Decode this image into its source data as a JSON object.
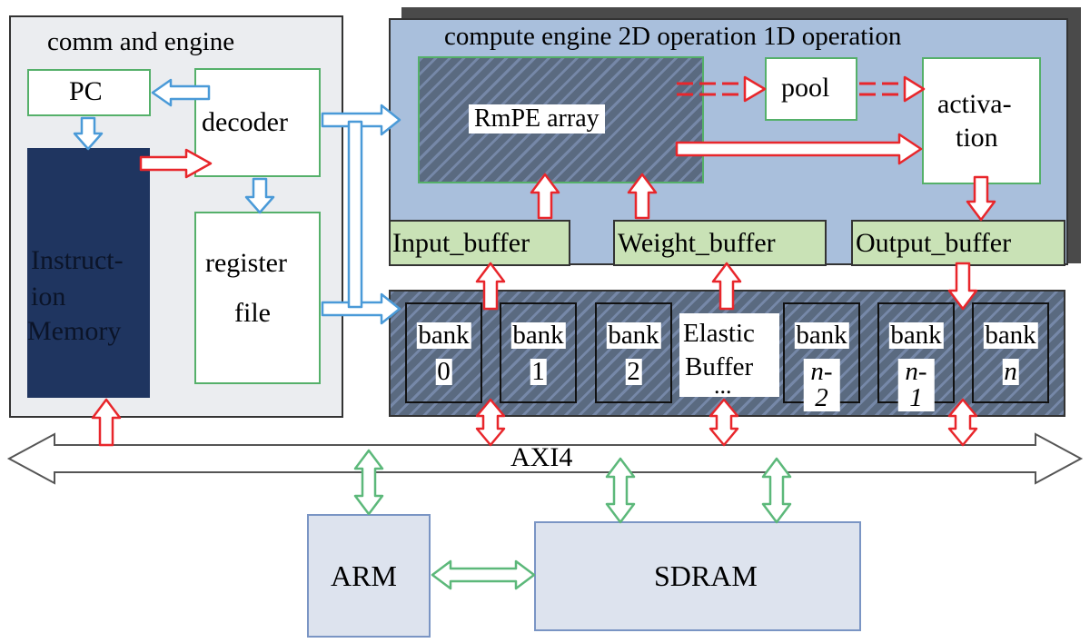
{
  "command_engine": {
    "title": "comm and engine"
  },
  "blocks": {
    "pc": "PC",
    "decoder": "decoder",
    "register_file_line1": "register",
    "register_file_line2": "file",
    "instruction_memory_line1": "Instruct-",
    "instruction_memory_line2": "ion",
    "instruction_memory_line3": "Memory"
  },
  "compute_engine": {
    "title": "compute engine 2D operation 1D operation",
    "rmpe_array": "RmPE array",
    "pool": "pool",
    "activation_line1": "activa-",
    "activation_line2": "tion"
  },
  "buffers": {
    "input": "Input_buffer",
    "weight": "Weight_buffer",
    "output": "Output_buffer"
  },
  "banks": [
    {
      "line1": "bank",
      "line2": "0"
    },
    {
      "line1": "bank",
      "line2": "1"
    },
    {
      "line1": "bank",
      "line2": "2"
    },
    {
      "line1": "bank",
      "line2": "n-2"
    },
    {
      "line1": "bank",
      "line2": "n-1"
    },
    {
      "line1": "bank",
      "line2": "n"
    }
  ],
  "elastic_buffer": {
    "line1": "Elastic",
    "line2": "Buffer",
    "line3": "..."
  },
  "bus": {
    "label": "AXI4"
  },
  "arm": "ARM",
  "sdram": "SDRAM",
  "colors": {
    "panel_gray": "#ebedf0",
    "compute_blue": "#a9bfdc",
    "memory_navy": "#1f3560",
    "buffer_green": "#c9e2b6",
    "arrow_red": "#e8262b",
    "arrow_blue": "#4a9ad8",
    "arrow_green": "#5cb87a"
  }
}
